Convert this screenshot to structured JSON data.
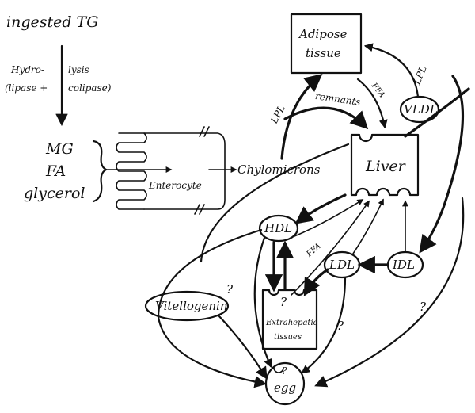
{
  "labels": {
    "ingested": "ingested TG",
    "hydro": "Hydro-",
    "lysis": "lysis",
    "lipase": "(lipase +",
    "colipase": "colipase)",
    "mg": "MG",
    "fa": "FA",
    "glycerol": "glycerol",
    "enterocyte": "Enterocyte",
    "chylomicrons": "Chylomicrons",
    "adipose_line1": "Adipose",
    "adipose_line2": "tissue",
    "lpl_left": "LPL",
    "lpl_right": "LPL",
    "remnants": "remnants",
    "ffa_top": "FFA",
    "vldl": "VLDL",
    "liver": "Liver",
    "hdl": "HDL",
    "ffa_mid": "FFA",
    "ldl": "LDL",
    "idl": "IDL",
    "vitellogenin": "Vitellogenin",
    "extra_line1": "Extrahepatic",
    "extra_line2": "tissues",
    "q1": "?",
    "q2": "?",
    "q3": "?",
    "q4": "?",
    "q5": "?",
    "egg": "egg"
  }
}
